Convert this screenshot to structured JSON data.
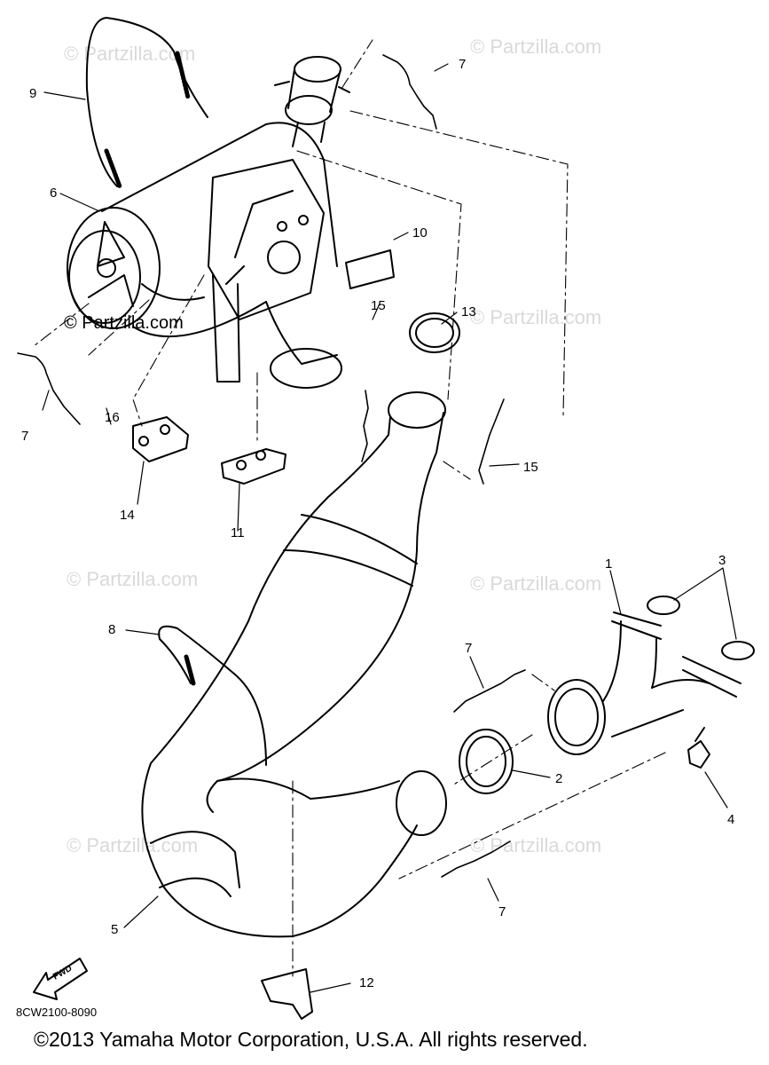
{
  "callouts": [
    {
      "id": "c9",
      "text": "9"
    },
    {
      "id": "c7a",
      "text": "7"
    },
    {
      "id": "c6",
      "text": "6"
    },
    {
      "id": "c10",
      "text": "10"
    },
    {
      "id": "c15a",
      "text": "15"
    },
    {
      "id": "c13",
      "text": "13"
    },
    {
      "id": "c7b",
      "text": "7"
    },
    {
      "id": "c16",
      "text": "16"
    },
    {
      "id": "c15b",
      "text": "15"
    },
    {
      "id": "c14",
      "text": "14"
    },
    {
      "id": "c11",
      "text": "11"
    },
    {
      "id": "c1",
      "text": "1"
    },
    {
      "id": "c3",
      "text": "3"
    },
    {
      "id": "c8",
      "text": "8"
    },
    {
      "id": "c7c",
      "text": "7"
    },
    {
      "id": "c2",
      "text": "2"
    },
    {
      "id": "c4",
      "text": "4"
    },
    {
      "id": "c7d",
      "text": "7"
    },
    {
      "id": "c5",
      "text": "5"
    },
    {
      "id": "c12",
      "text": "12"
    }
  ],
  "fwd_label": "FWD",
  "watermark": "© Partzilla.com",
  "diagram_code": "8CW2100-8090",
  "copyright": "©2013 Yamaha Motor Corporation, U.S.A. All rights reserved."
}
